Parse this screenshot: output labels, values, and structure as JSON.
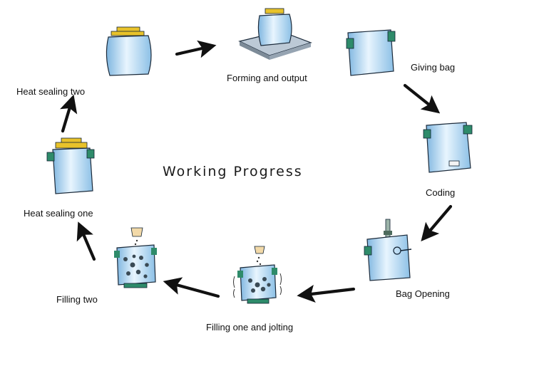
{
  "diagram": {
    "title": "Working Progress",
    "steps": [
      {
        "label": "Giving bag",
        "icon": "giving-bag-icon"
      },
      {
        "label": "Coding",
        "icon": "coding-bag-icon"
      },
      {
        "label": "Bag Opening",
        "icon": "bag-opening-icon"
      },
      {
        "label": "Filling one and jolting",
        "icon": "filling-one-icon"
      },
      {
        "label": "Filling two",
        "icon": "filling-two-icon"
      },
      {
        "label": "Heat sealing one",
        "icon": "heat-sealing-one-icon"
      },
      {
        "label": "Heat sealing two",
        "icon": "heat-sealing-two-icon"
      },
      {
        "label": "Forming and output",
        "icon": "forming-output-icon"
      }
    ],
    "colors": {
      "bag_fill": "#a9d1ef",
      "bag_light": "#e6f4fd",
      "bag_stroke": "#1b2a3a",
      "clip_green": "#2e8b6a",
      "sealer_yellow": "#e8c22a",
      "arrow": "#111111"
    }
  }
}
